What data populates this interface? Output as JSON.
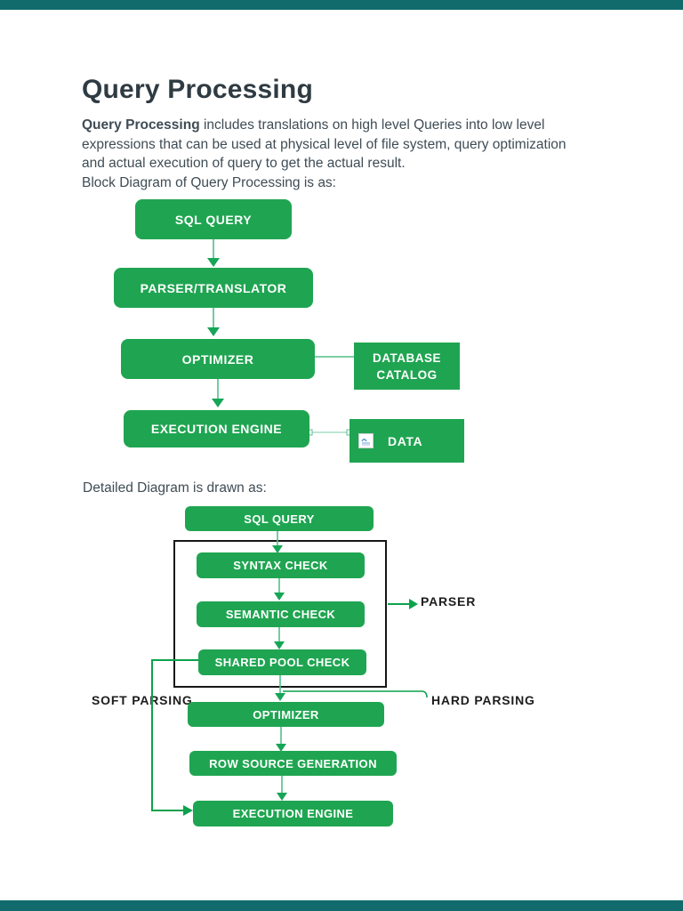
{
  "colors": {
    "chrome_bar": "#116b6d",
    "node_green": "#1fa551",
    "node_text": "#ffffff",
    "arrow_stem_green": "#52c08a",
    "arrow_head_green": "#17a558",
    "flow_green": "#0ca24d",
    "connector_light": "#a8dec4",
    "handle_border": "#58c08d",
    "title_color": "#2f3b43",
    "body_text": "#3f4c55",
    "label_black": "#1d1d1d",
    "container_border": "#161616",
    "icon_blue": "#5c9bd1"
  },
  "article": {
    "title": "Query Processing",
    "lead_bold": "Query Processing",
    "line1_rest": " includes translations on high level Queries into low level",
    "line2": "expressions that can be used at physical level of file system, query optimization",
    "line3": "and actual execution of query to get the actual result.",
    "block_caption": "Block Diagram of Query Processing is as:",
    "detailed_caption": "Detailed Diagram is drawn as:"
  },
  "diagram1": {
    "nodes": {
      "sql_query": "SQL QUERY",
      "parser_translator": "PARSER/TRANSLATOR",
      "optimizer": "OPTIMIZER",
      "database_catalog_line1": "DATABASE",
      "database_catalog_line2": "CATALOG",
      "execution_engine": "EXECUTION ENGINE",
      "data": "DATA"
    },
    "data_icon": "image-placeholder-icon"
  },
  "diagram2": {
    "nodes": {
      "sql_query": "SQL QUERY",
      "syntax_check": "SYNTAX CHECK",
      "semantic_check": "SEMANTIC CHECK",
      "shared_pool_check": "SHARED POOL CHECK",
      "optimizer": "OPTIMIZER",
      "row_source_generation": "ROW SOURCE GENERATION",
      "execution_engine": "EXECUTION ENGINE"
    },
    "labels": {
      "parser": "PARSER",
      "soft_parsing": "SOFT PARSING",
      "hard_parsing": "HARD PARSING"
    }
  }
}
